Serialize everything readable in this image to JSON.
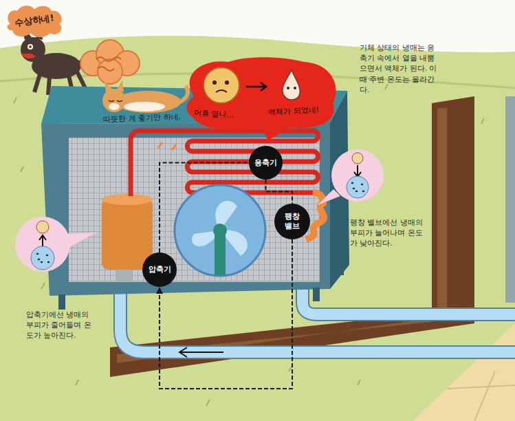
{
  "diagram": {
    "nodes": [
      {
        "text": [
          "수상하네!"
        ]
      },
      {
        "text": [
          "어휴 열나…",
          "액체가 되었네!"
        ]
      },
      {
        "text": [
          "응축기"
        ]
      },
      {
        "text": [
          "팽창 밸브"
        ]
      },
      {
        "text": [
          "압축기"
        ]
      }
    ],
    "edges": [
      {
        "from": 4,
        "to": 2,
        "arrow": "none"
      },
      {
        "from": 2,
        "to": 3,
        "arrow": "none"
      },
      {
        "from": 3,
        "to": 4,
        "arrow": "to"
      }
    ],
    "labels": [
      "따뜻한 게 좋기만 하네.",
      "기체 상태의 냉매는 응축기 속에서 열을 내뿜으면서 액체가 된다. 이때 주변 온도는 올라간다.",
      "팽창 밸브에선 냉매의 부피가 늘어나며 온도가 낮아진다.",
      "압축기에선 냉매의 부피가 줄어들며 온도가 높아진다."
    ]
  }
}
